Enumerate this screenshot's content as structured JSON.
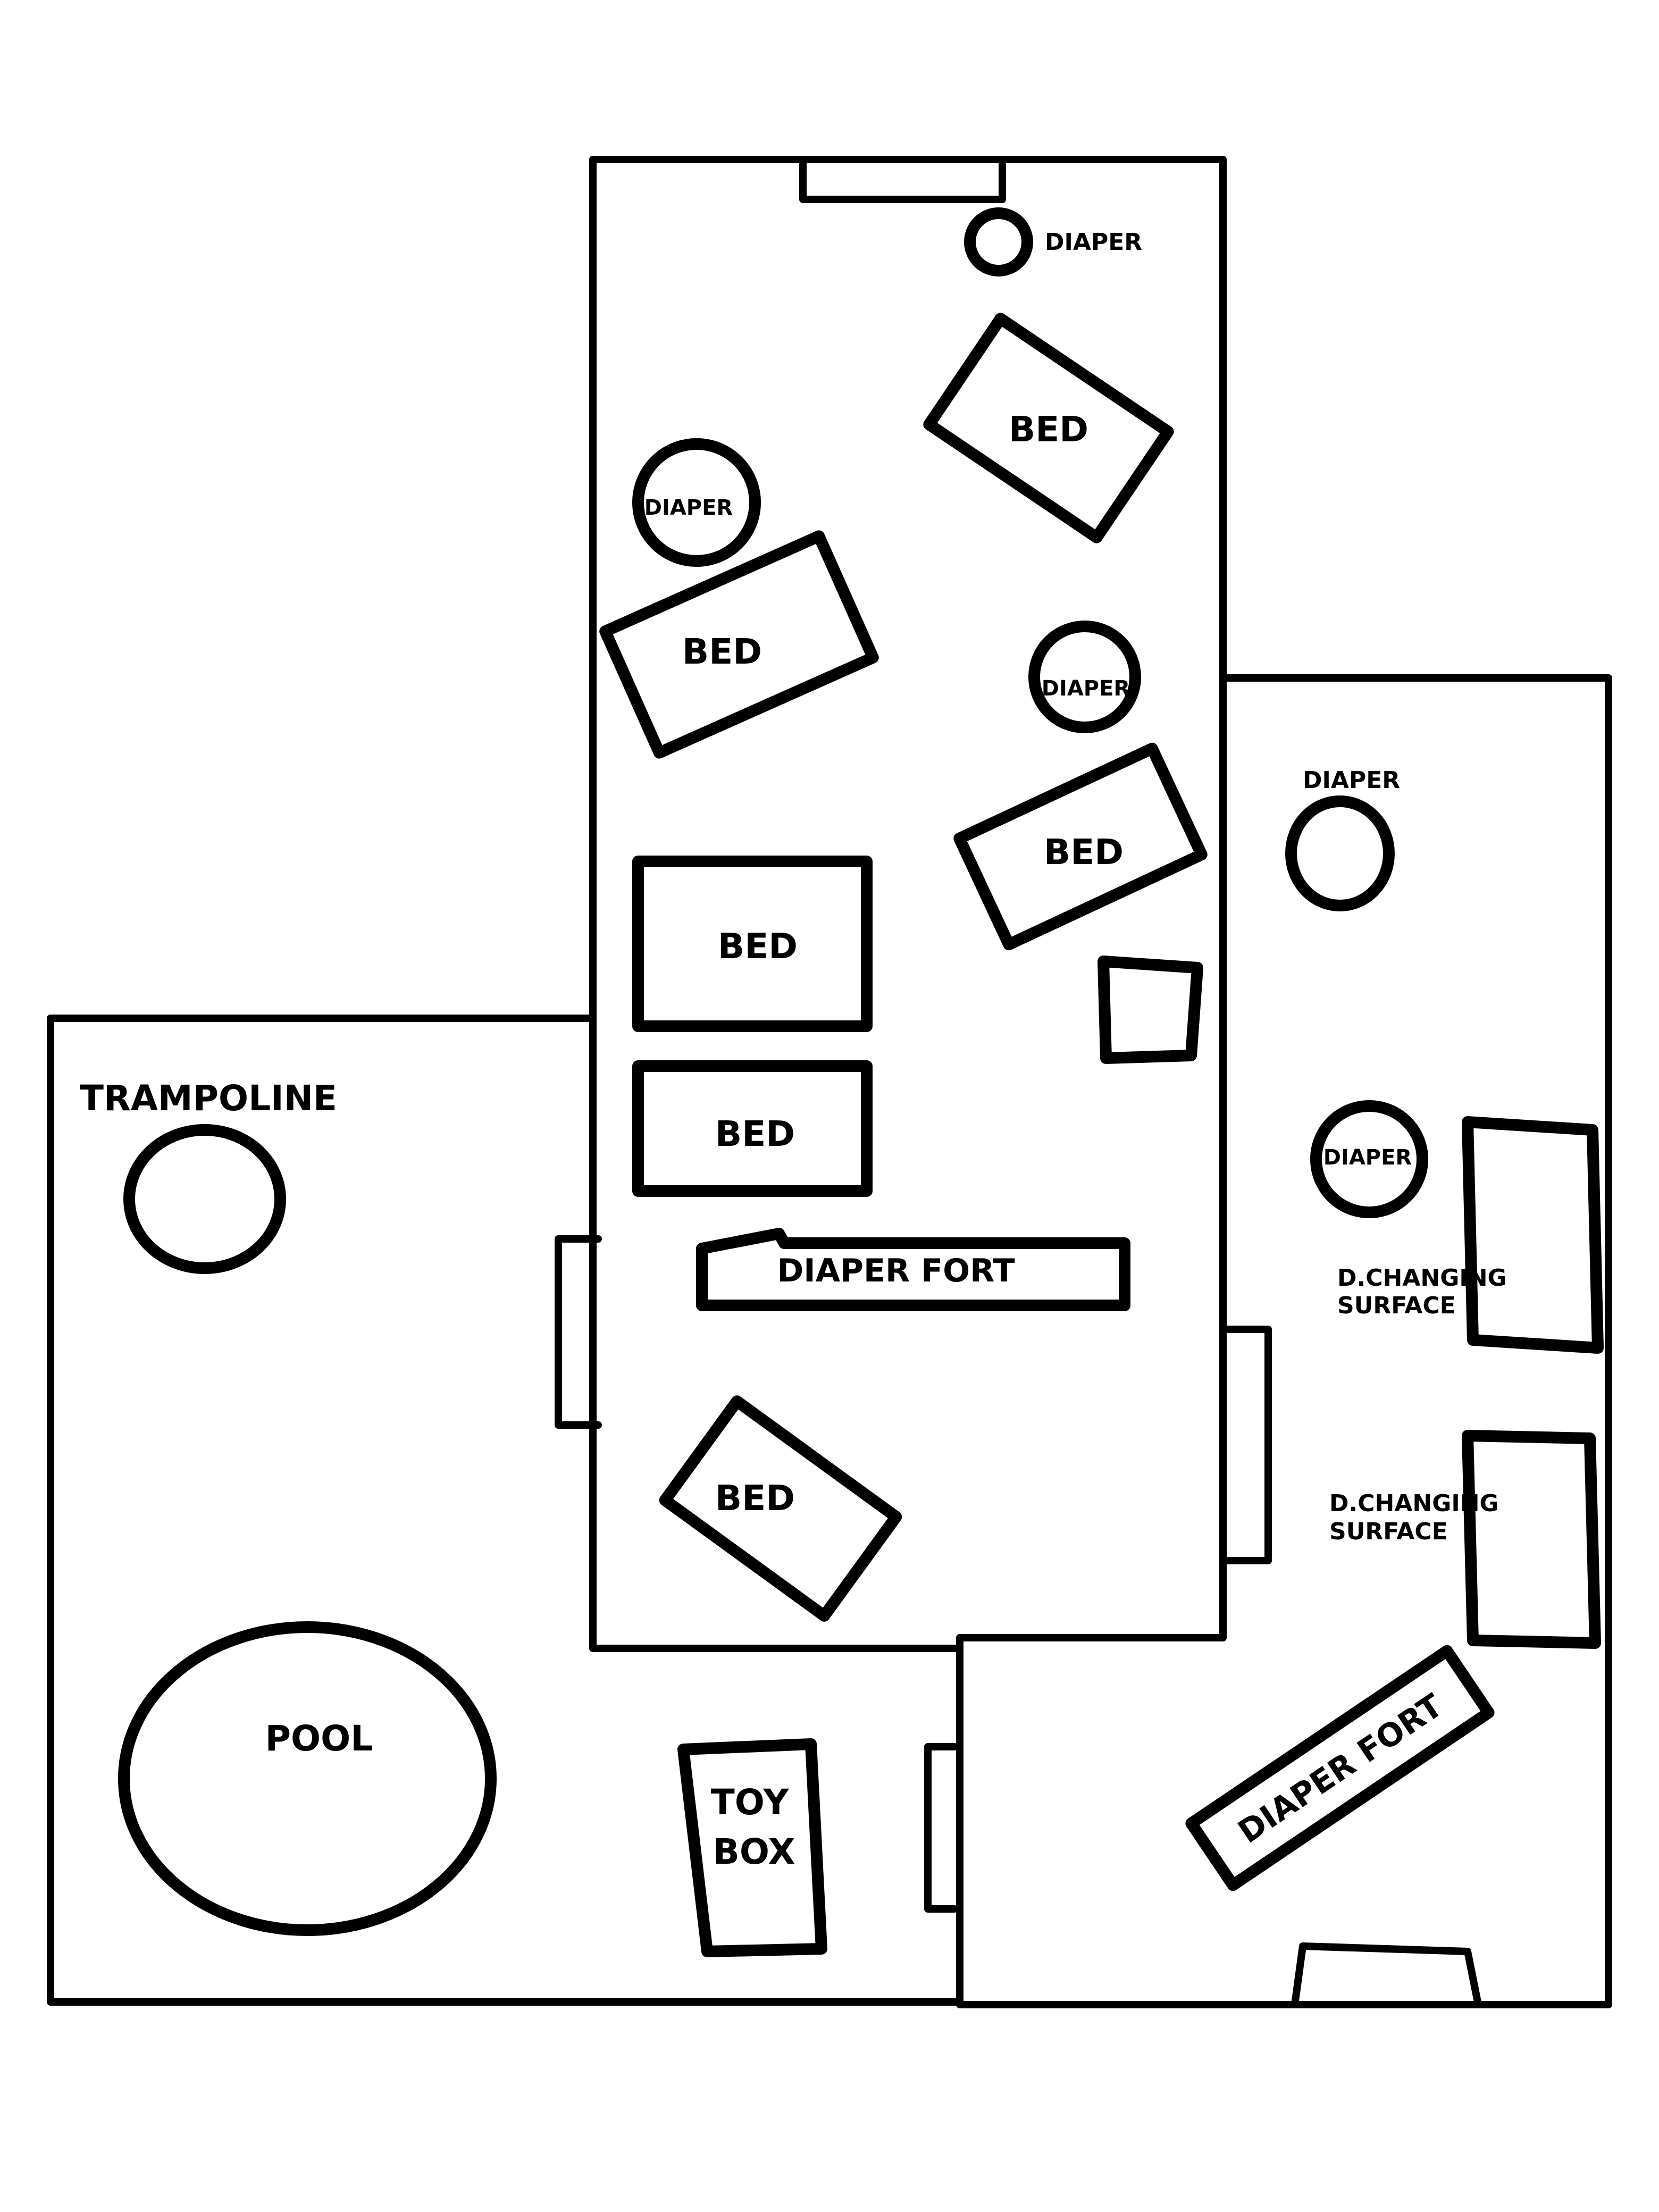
{
  "labels": {
    "diaper_top": "DIAPER",
    "diaper_left": "DIAPER",
    "diaper_mid": "DIAPER",
    "diaper_right_top": "DIAPER",
    "diaper_right_mid": "DIAPER",
    "bed_1": "BED",
    "bed_2": "BED",
    "bed_3": "BED",
    "bed_4": "BED",
    "bed_5": "BED",
    "bed_6": "BED",
    "diaper_fort_1": "DIAPER FORT",
    "diaper_fort_2": "DIAPER FORT",
    "trampoline": "TRAMPOLINE",
    "pool": "POOL",
    "toy_box_line1": "TOY",
    "toy_box_line2": "BOX",
    "changing_1_line1": "D.CHANGING",
    "changing_1_line2": "SURFACE",
    "changing_2_line1": "D.CHANGING",
    "changing_2_line2": "SURFACE"
  }
}
